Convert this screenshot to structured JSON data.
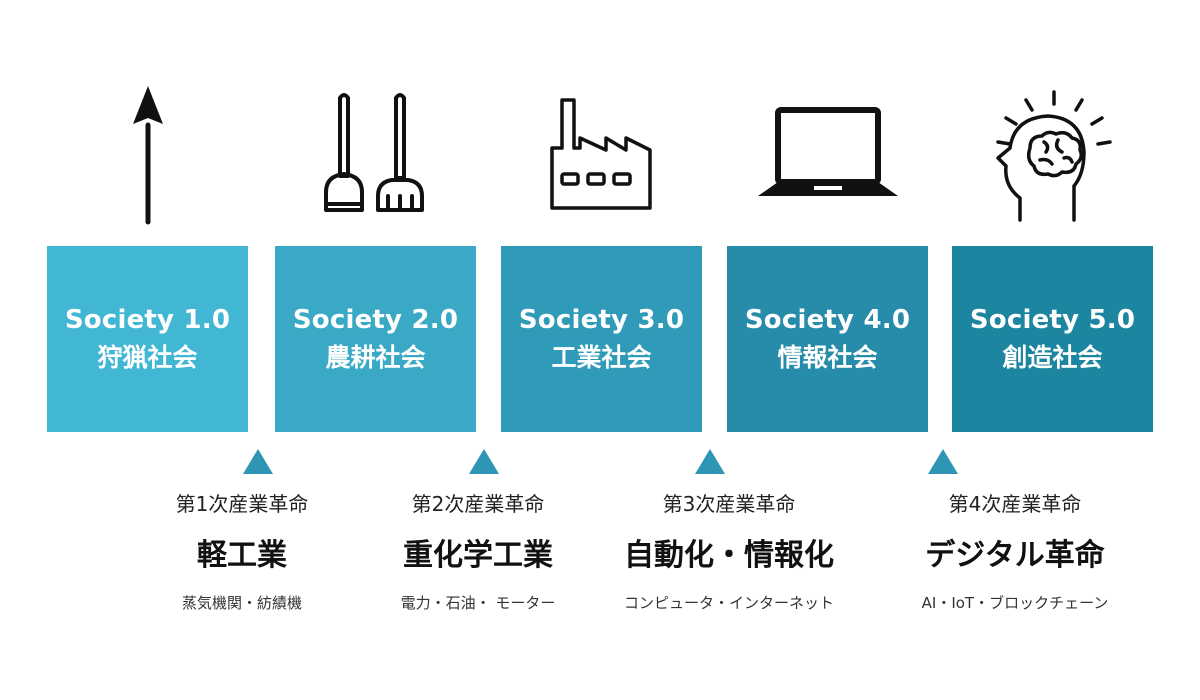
{
  "icons": [
    "spear-icon",
    "farming-tools-icon",
    "factory-icon",
    "laptop-icon",
    "ai-brain-icon"
  ],
  "societies": [
    {
      "title": "Society 1.0",
      "name": "狩猟社会",
      "color": "#42b7d4"
    },
    {
      "title": "Society 2.0",
      "name": "農耕社会",
      "color": "#3aa9c6"
    },
    {
      "title": "Society 3.0",
      "name": "工業社会",
      "color": "#2f9bb8"
    },
    {
      "title": "Society 4.0",
      "name": "情報社会",
      "color": "#268ca9"
    },
    {
      "title": "Society 5.0",
      "name": "創造社会",
      "color": "#1c859f"
    }
  ],
  "revolutions": [
    {
      "label": "第1次産業革命",
      "title": "軽工業",
      "detail": "蒸気機関・紡績機"
    },
    {
      "label": "第2次産業革命",
      "title": "重化学工業",
      "detail": "電力・石油・ モーター"
    },
    {
      "label": "第3次産業革命",
      "title": "自動化・情報化",
      "detail": "コンピュータ・インターネット"
    },
    {
      "label": "第4次産業革命",
      "title": "デジタル革命",
      "detail": "AI・IoT・ブロックチェーン"
    }
  ],
  "accent_color": "#2e96b4"
}
